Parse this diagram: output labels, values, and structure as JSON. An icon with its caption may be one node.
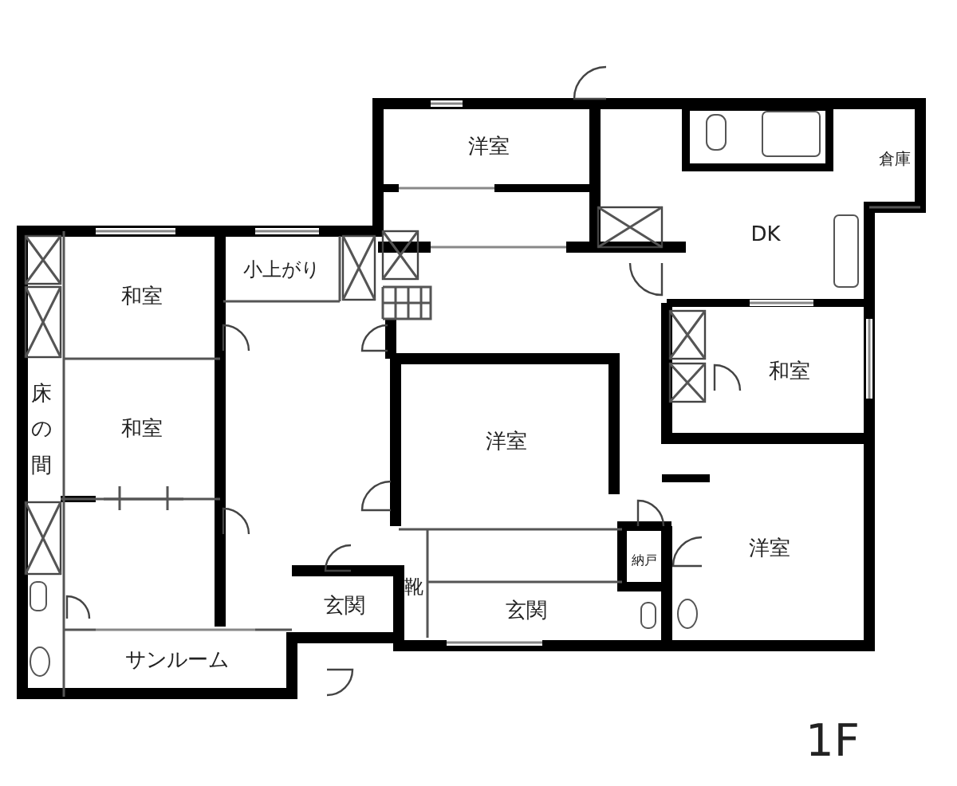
{
  "diagram": {
    "nodes": [
      {
        "text": [
          "洋室"
        ]
      },
      {
        "text": [
          "倉庫"
        ]
      },
      {
        "text": [
          "DK"
        ]
      },
      {
        "text": [
          "小上がり"
        ]
      },
      {
        "text": [
          "和室"
        ]
      },
      {
        "text": [
          "和室"
        ]
      },
      {
        "text": [
          "床の間"
        ]
      },
      {
        "text": [
          "和室"
        ]
      },
      {
        "text": [
          "洋室"
        ]
      },
      {
        "text": [
          "納戸"
        ]
      },
      {
        "text": [
          "洋室"
        ]
      },
      {
        "text": [
          "靴"
        ]
      },
      {
        "text": [
          "玄関"
        ]
      },
      {
        "text": [
          "玄関"
        ]
      },
      {
        "text": [
          "サンルーム"
        ]
      }
    ],
    "labels": [
      "1F"
    ]
  }
}
